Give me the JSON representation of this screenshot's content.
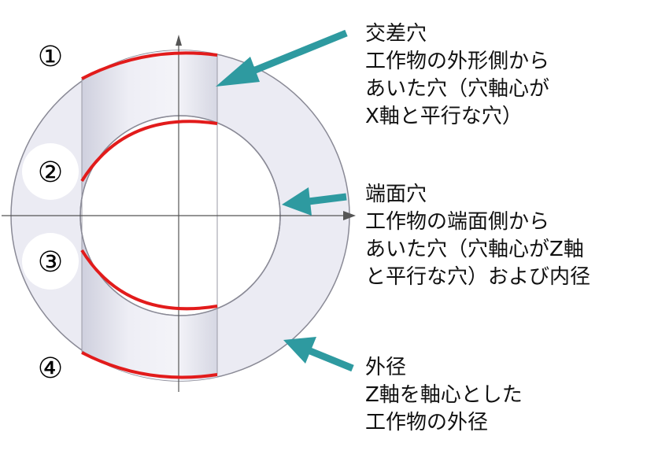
{
  "markers": [
    "①",
    "②",
    "③",
    "④"
  ],
  "labels": {
    "cross_hole": {
      "title": "交差穴",
      "lines": [
        "工作物の外形側から",
        "あいた穴（穴軸心が",
        "X軸と平行な穴）"
      ]
    },
    "end_face_hole": {
      "title": "端面穴",
      "lines": [
        "工作物の端面側から",
        "あいた穴（穴軸心がZ軸",
        "と平行な穴）および内径"
      ]
    },
    "outer_diameter": {
      "title": "外径",
      "lines": [
        "Z軸を軸心とした",
        "工作物の外径"
      ]
    }
  },
  "colors": {
    "ring_fill": "#ebebf3",
    "band_fill": "#dcdce8",
    "ring_stroke": "#8a8a96",
    "highlight": "#e21b1b",
    "arrow": "#2e9aa0",
    "axis": "#555555"
  }
}
